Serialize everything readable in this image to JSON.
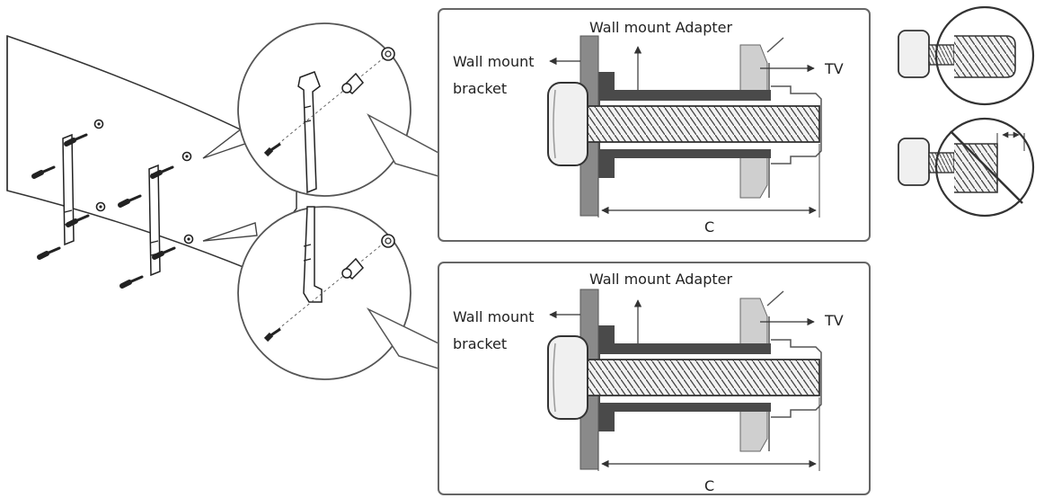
{
  "panel_top": {
    "adapter_label": "Wall mount Adapter",
    "bracket_label_line1": "Wall mount",
    "bracket_label_line2": "bracket",
    "tv_label": "TV",
    "dimension_label": "C"
  },
  "panel_bottom": {
    "adapter_label": "Wall mount Adapter",
    "bracket_label_line1": "Wall mount",
    "bracket_label_line2": "bracket",
    "tv_label": "TV",
    "dimension_label": "C"
  },
  "screw_examples": [
    {
      "state": "correct"
    },
    {
      "state": "incorrect"
    }
  ],
  "colors": {
    "line": "#333333",
    "bracket_fill": "#8a8a8a",
    "adapter_fill": "#4a4a4a",
    "tv_fill": "#cfcfcf",
    "screw_fill": "#e8e8e8"
  }
}
